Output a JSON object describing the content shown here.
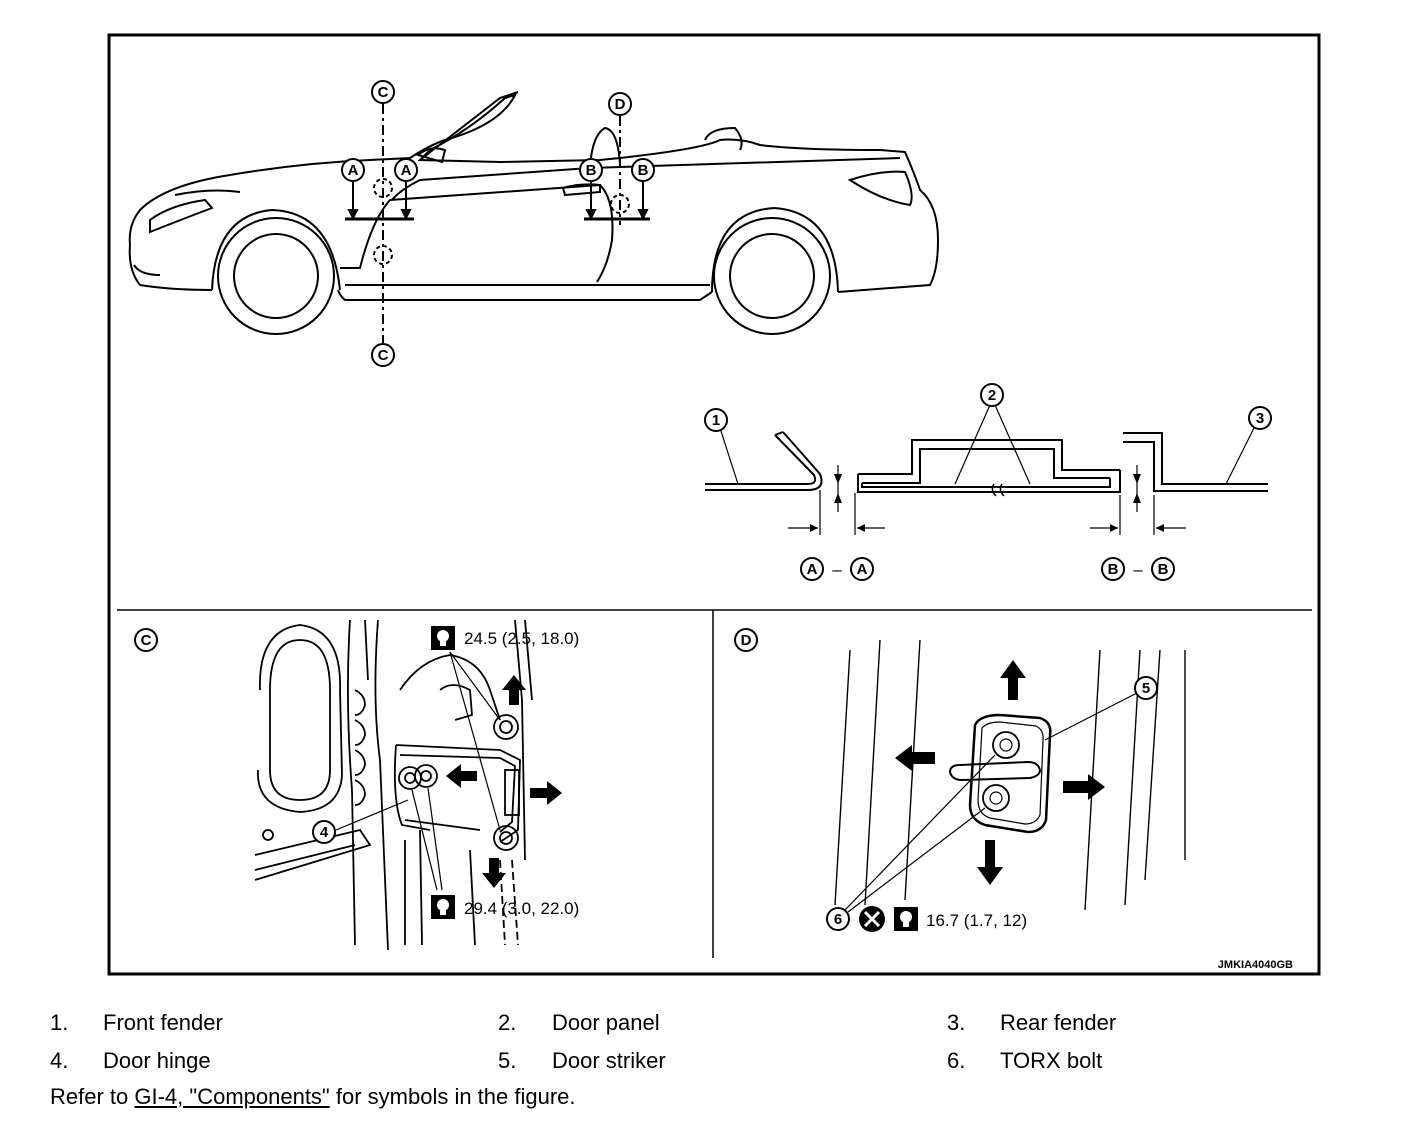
{
  "diagram": {
    "callouts": {
      "A": "A",
      "B": "B",
      "C": "C",
      "D": "D",
      "n1": "1",
      "n2": "2",
      "n3": "3",
      "n4": "4",
      "n5": "5",
      "n6": "6"
    },
    "section_labels": {
      "aa": "–",
      "bb": "–"
    },
    "torque": {
      "hinge_upper": "24.5 (2.5, 18.0)",
      "hinge_lower": "29.4 (3.0, 22.0)",
      "striker": "16.7 (1.7, 12)"
    },
    "figure_code": "JMKIA4040GB"
  },
  "legend": {
    "items": [
      {
        "num": "1.",
        "text": "Front fender"
      },
      {
        "num": "2.",
        "text": "Door panel"
      },
      {
        "num": "3.",
        "text": "Rear fender"
      },
      {
        "num": "4.",
        "text": "Door hinge"
      },
      {
        "num": "5.",
        "text": "Door striker"
      },
      {
        "num": "6.",
        "text": "TORX bolt"
      }
    ],
    "note_prefix": "Refer to ",
    "note_link": "GI-4, \"Components\"",
    "note_suffix": " for symbols in the figure."
  }
}
